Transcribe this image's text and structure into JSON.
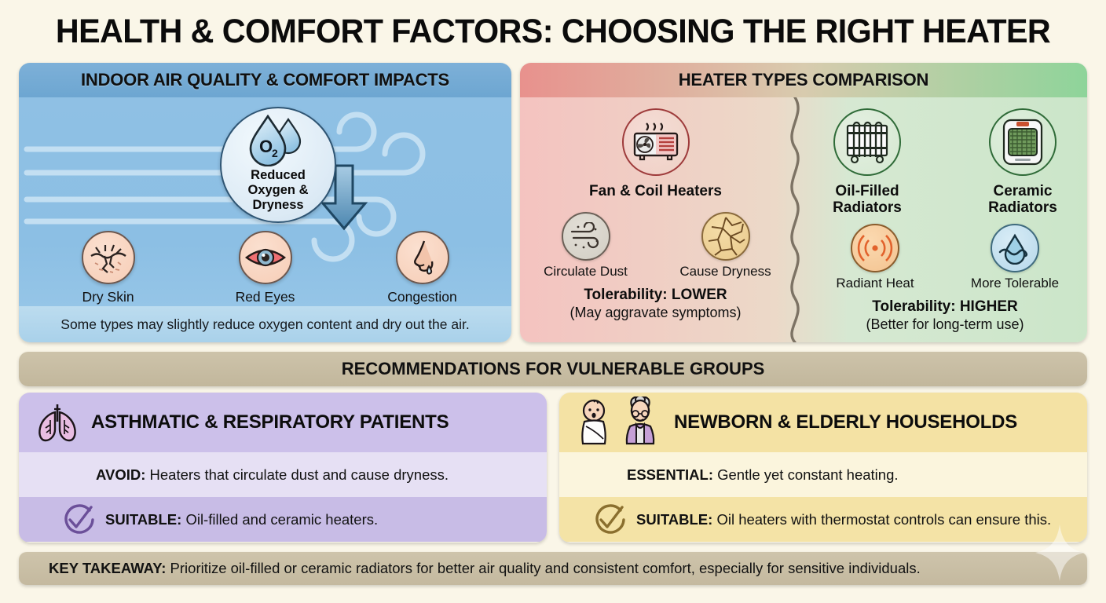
{
  "title": "HEALTH & COMFORT FACTORS: CHOOSING THE RIGHT HEATER",
  "left_panel": {
    "header": "INDOOR AIR QUALITY & COMFORT IMPACTS",
    "center_badge": {
      "icon": "water-droplet-o2-icon",
      "line1": "Reduced",
      "line2": "Oxygen &",
      "line3": "Dryness",
      "formula": "O",
      "subscript": "2"
    },
    "symptoms": [
      {
        "icon": "dry-skin-icon",
        "label": "Dry Skin"
      },
      {
        "icon": "red-eye-icon",
        "label": "Red Eyes"
      },
      {
        "icon": "nose-congestion-icon",
        "label": "Congestion"
      }
    ],
    "footnote": "Some types may slightly reduce oxygen content and dry out the air."
  },
  "right_panel": {
    "header": "HEATER TYPES COMPARISON",
    "left_side": {
      "main": {
        "icon": "fan-coil-heater-icon",
        "label": "Fan & Coil Heaters"
      },
      "sub_items": [
        {
          "icon": "circulate-dust-icon",
          "label": "Circulate Dust"
        },
        {
          "icon": "cracked-dryness-icon",
          "label": "Cause Dryness"
        }
      ],
      "tolerability": "Tolerability: LOWER",
      "tolerability_note": "(May aggravate symptoms)"
    },
    "right_side": {
      "main_items": [
        {
          "icon": "oil-filled-radiator-icon",
          "label_line1": "Oil-Filled",
          "label_line2": "Radiators"
        },
        {
          "icon": "ceramic-radiator-icon",
          "label_line1": "Ceramic",
          "label_line2": "Radiators"
        }
      ],
      "sub_items": [
        {
          "icon": "radiant-heat-icon",
          "label": "Radiant Heat"
        },
        {
          "icon": "water-wave-tolerable-icon",
          "label": "More Tolerable"
        }
      ],
      "tolerability": "Tolerability: HIGHER",
      "tolerability_note": "(Better for long-term use)"
    }
  },
  "recommendations_band": "RECOMMENDATIONS FOR VULNERABLE GROUPS",
  "groups": [
    {
      "icon": "lungs-icon",
      "title": "ASTHMATIC & RESPIRATORY PATIENTS",
      "row1_label": "AVOID:",
      "row1_text": "Heaters that circulate dust and cause dryness.",
      "row2_label": "SUITABLE:",
      "row2_text": "Oil-filled and ceramic heaters.",
      "row2_icon": "check-circle-icon"
    },
    {
      "icon": "baby-elderly-icon",
      "title": "NEWBORN & ELDERLY HOUSEHOLDS",
      "row1_label": "ESSENTIAL:",
      "row1_text": "Gentle yet constant heating.",
      "row2_label": "SUITABLE:",
      "row2_text": "Oil heaters with thermostat controls can ensure this.",
      "row2_icon": "check-circle-icon"
    }
  ],
  "takeaway": {
    "label": "KEY TAKEAWAY:",
    "text": "Prioritize oil-filled or ceramic radiators for better air quality and consistent comfort, especially for sensitive individuals."
  },
  "colors": {
    "background": "#faf6e8",
    "blue_panel": "#8fc0e4",
    "blue_header": "#7db0d8",
    "red_side": "#f4c3c0",
    "green_side": "#cbe6c9",
    "band_tan": "#c5ba9f",
    "purple": "#ccc0ea",
    "yellow": "#f4e2a4"
  }
}
